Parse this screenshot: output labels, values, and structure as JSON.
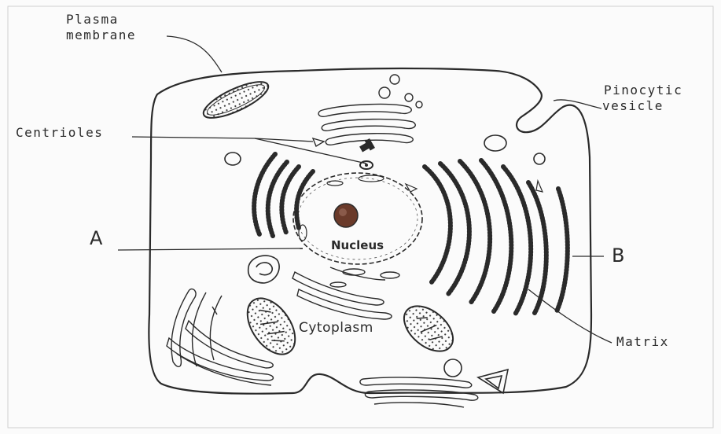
{
  "diagram": {
    "labels": {
      "plasma_membrane_line1": "Plasma",
      "plasma_membrane_line2": "membrane",
      "pinocytic_line1": "Pinocytic",
      "pinocytic_line2": "vesicle",
      "centrioles": "Centrioles",
      "a": "A",
      "b": "B",
      "nucleus": "Nucleus",
      "cytoplasm": "Cytoplasm",
      "matrix": "Matrix"
    },
    "colors": {
      "ink": "#2a2a2a",
      "background": "#fbfbfb",
      "nucleolus": "#6a3a2a"
    }
  }
}
